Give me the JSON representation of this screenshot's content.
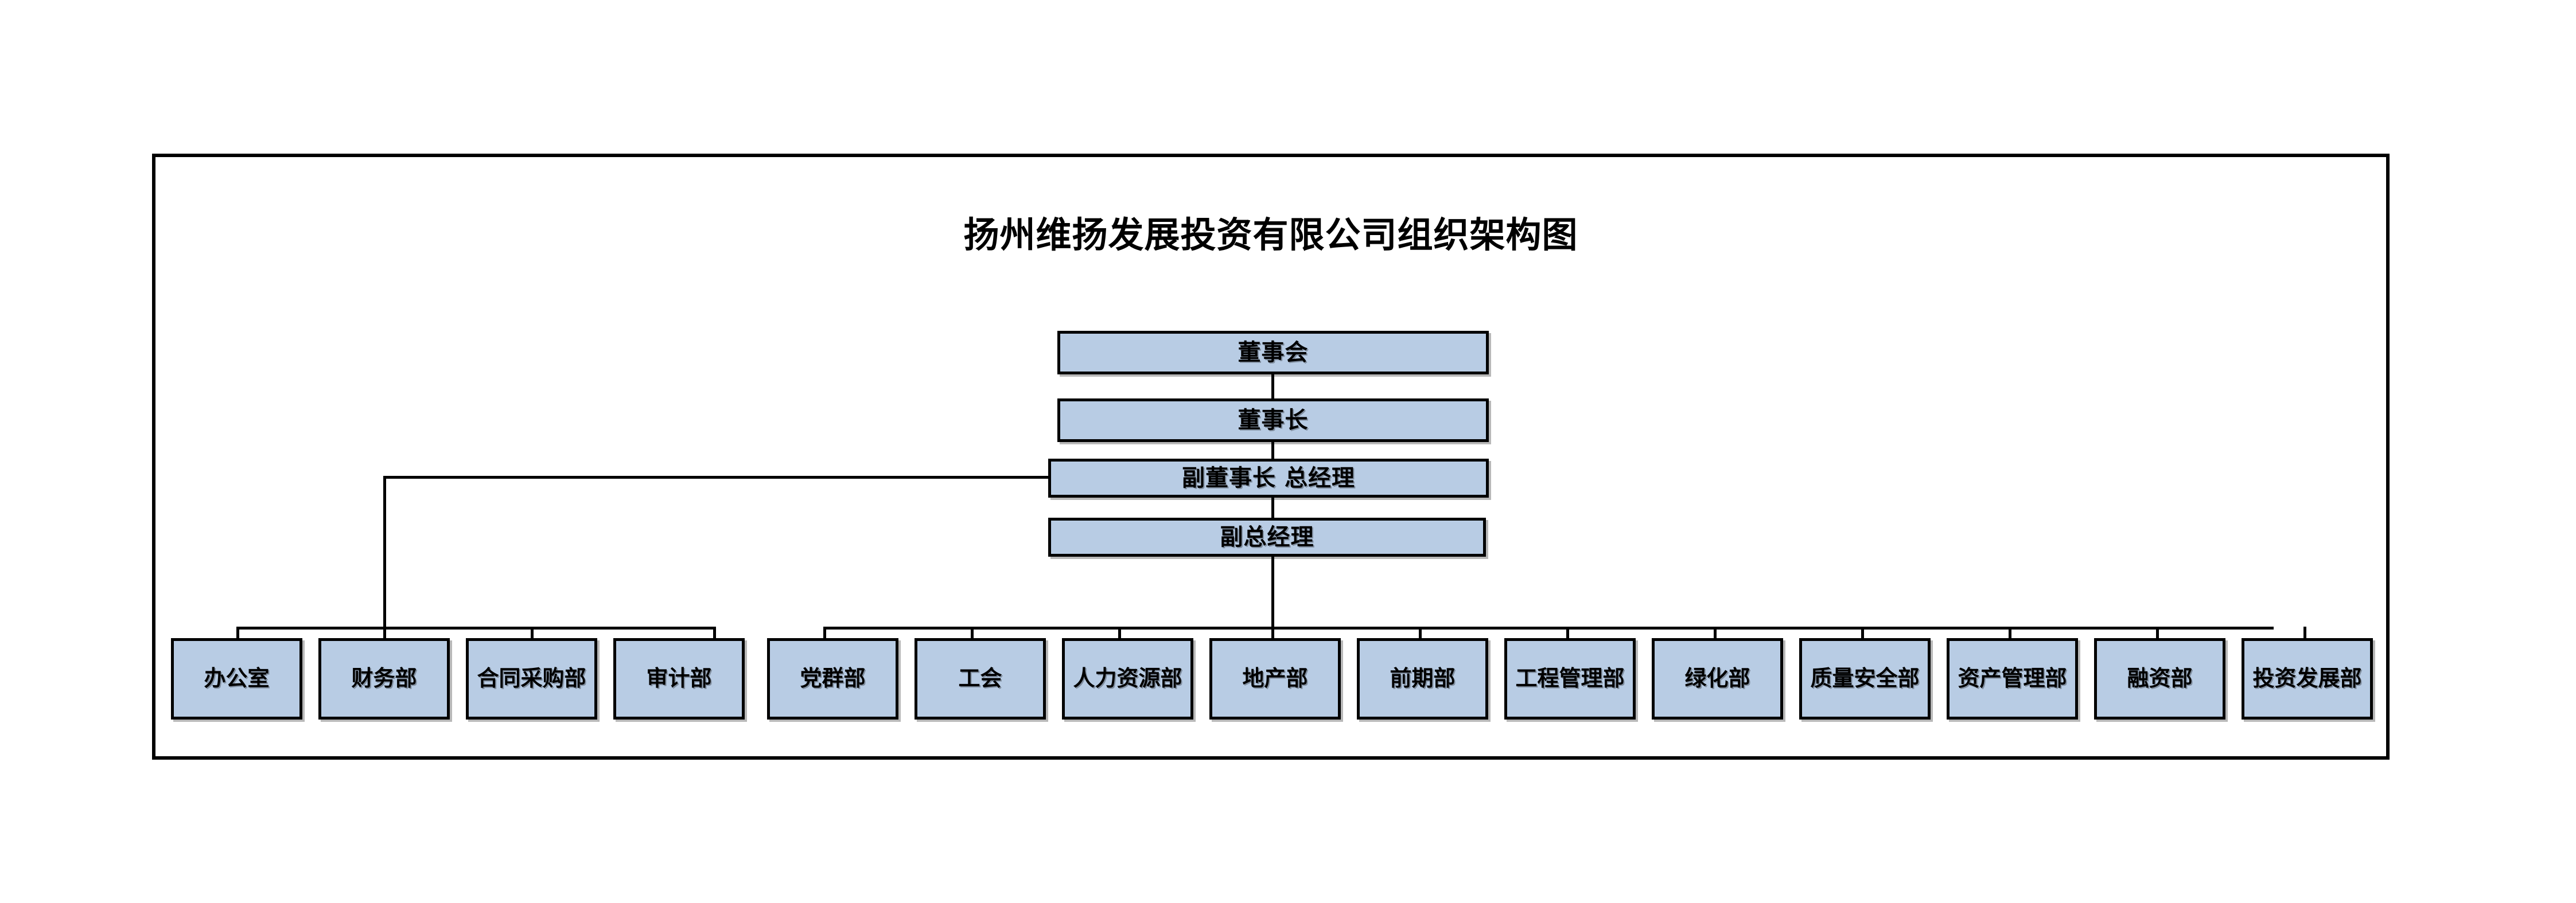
{
  "chart_data": {
    "type": "diagram",
    "diagram_kind": "organization-chart",
    "title": "扬州维扬发展投资有限公司组织架构图",
    "orientation": "top-down",
    "node_fill_color": "#b8cce4",
    "node_border_color": "#000000",
    "connector_color": "#000000",
    "background_color": "#ffffff",
    "levels": [
      {
        "level": 1,
        "nodes": [
          "董事会"
        ]
      },
      {
        "level": 2,
        "nodes": [
          "董事长"
        ]
      },
      {
        "level": 3,
        "nodes": [
          "副董事长 总经理"
        ]
      },
      {
        "level": 4,
        "nodes": [
          "副总经理"
        ]
      },
      {
        "level": 5,
        "nodes": [
          "办公室",
          "财务部",
          "合同采购部",
          "审计部",
          "党群部",
          "工会",
          "人力资源部",
          "地产部",
          "前期部",
          "工程管理部",
          "绿化部",
          "质量安全部",
          "资产管理部",
          "融资部",
          "投资发展部"
        ]
      }
    ],
    "edges": [
      {
        "from": "董事会",
        "to": "董事长"
      },
      {
        "from": "董事长",
        "to": "副董事长 总经理"
      },
      {
        "from": "副董事长 总经理",
        "to": "副总经理"
      },
      {
        "from": "副董事长 总经理",
        "to": "办公室"
      },
      {
        "from": "副董事长 总经理",
        "to": "财务部"
      },
      {
        "from": "副董事长 总经理",
        "to": "合同采购部"
      },
      {
        "from": "副董事长 总经理",
        "to": "审计部"
      },
      {
        "from": "副总经理",
        "to": "党群部"
      },
      {
        "from": "副总经理",
        "to": "工会"
      },
      {
        "from": "副总经理",
        "to": "人力资源部"
      },
      {
        "from": "副总经理",
        "to": "地产部"
      },
      {
        "from": "副总经理",
        "to": "前期部"
      },
      {
        "from": "副总经理",
        "to": "工程管理部"
      },
      {
        "from": "副总经理",
        "to": "绿化部"
      },
      {
        "from": "副总经理",
        "to": "质量安全部"
      },
      {
        "from": "副总经理",
        "to": "资产管理部"
      },
      {
        "from": "副总经理",
        "to": "融资部"
      },
      {
        "from": "副总经理",
        "to": "投资发展部"
      }
    ],
    "department_count": 15
  },
  "chart": {
    "title": "扬州维扬发展投资有限公司组织架构图",
    "executives": [
      {
        "id": "board",
        "label": "董事会"
      },
      {
        "id": "chairman",
        "label": "董事长"
      },
      {
        "id": "vice-chair",
        "label": "副董事长 总经理"
      },
      {
        "id": "deputy-gm",
        "label": "副总经理"
      }
    ],
    "departments": [
      {
        "id": "office",
        "label": "办公室"
      },
      {
        "id": "finance",
        "label": "财务部"
      },
      {
        "id": "contract-purchase",
        "label": "合同采购部"
      },
      {
        "id": "audit",
        "label": "审计部"
      },
      {
        "id": "party-mass",
        "label": "党群部"
      },
      {
        "id": "labor-union",
        "label": "工会"
      },
      {
        "id": "human-resources",
        "label": "人力资源部"
      },
      {
        "id": "real-estate",
        "label": "地产部"
      },
      {
        "id": "preliminary",
        "label": "前期部"
      },
      {
        "id": "engineering-mgmt",
        "label": "工程管理部"
      },
      {
        "id": "greening",
        "label": "绿化部"
      },
      {
        "id": "quality-safety",
        "label": "质量安全部"
      },
      {
        "id": "asset-mgmt",
        "label": "资产管理部"
      },
      {
        "id": "financing",
        "label": "融资部"
      },
      {
        "id": "investment-dev",
        "label": "投资发展部"
      }
    ]
  }
}
